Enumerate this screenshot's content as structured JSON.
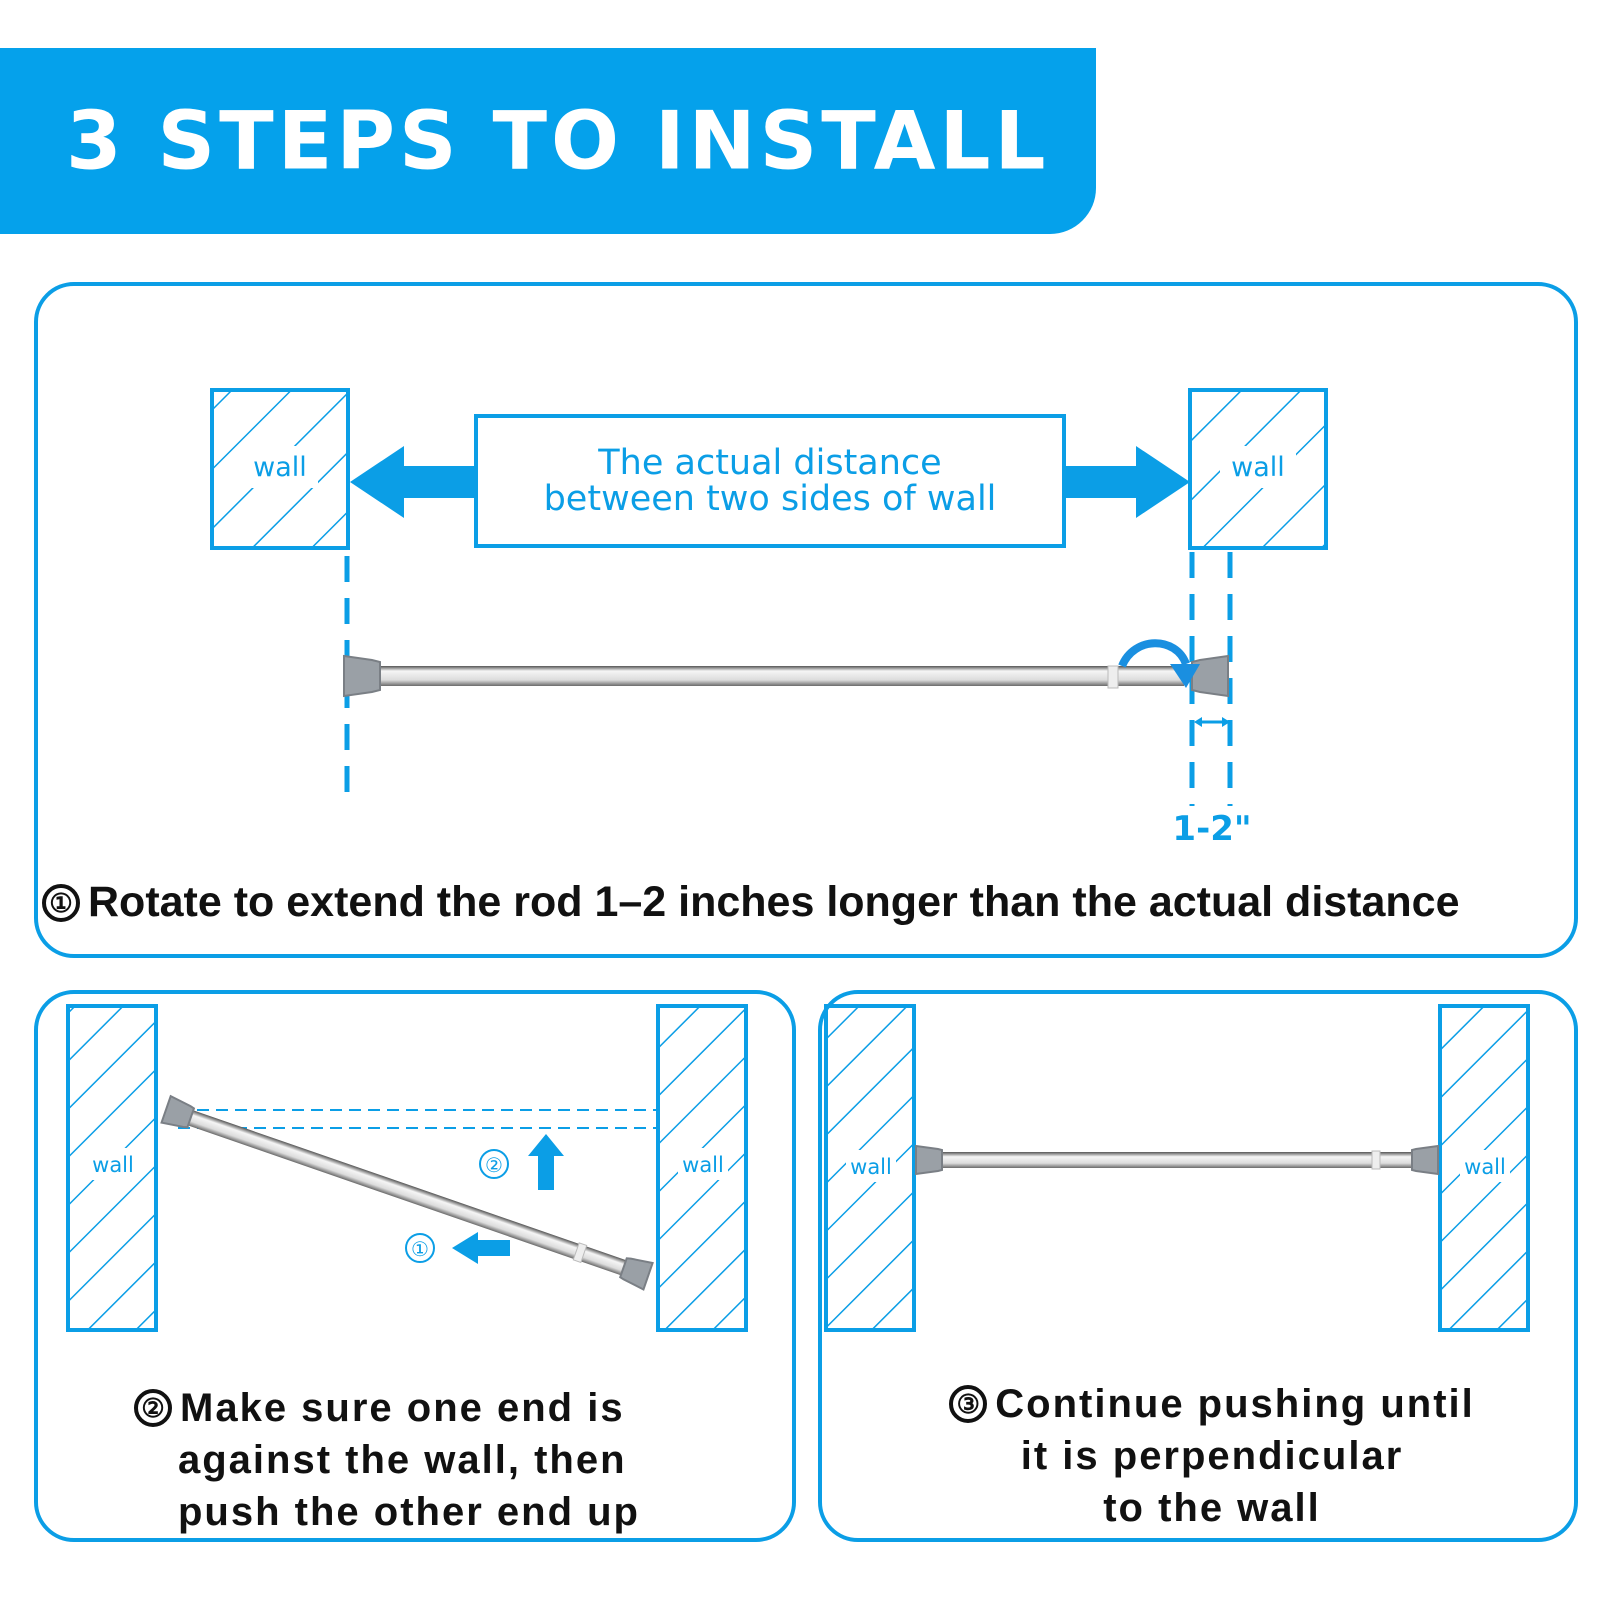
{
  "title": "3 STEPS TO INSTALL",
  "colors": {
    "brand_blue": "#05a1eb",
    "line_blue": "#0b9ee6",
    "rod_cap": "#9aa0a6",
    "text_dark": "#111111"
  },
  "step1": {
    "wall_left": "wall",
    "wall_right": "wall",
    "distance_line1": "The actual distance",
    "distance_line2": "between two sides of wall",
    "extra_length": "1-2\"",
    "number": "①",
    "caption": "Rotate to extend the rod 1–2 inches longer than the actual distance",
    "icons": [
      "arrow-left-icon",
      "arrow-right-icon",
      "rotate-arrow-icon"
    ]
  },
  "step2": {
    "wall_left": "wall",
    "wall_right": "wall",
    "sub1": "①",
    "sub2": "②",
    "number": "②",
    "caption_line1": "Make sure one end is",
    "caption_line2": "against the wall, then",
    "caption_line3": "push the other end up",
    "icons": [
      "arrow-left-icon",
      "arrow-up-icon"
    ]
  },
  "step3": {
    "wall_left": "wall",
    "wall_right": "wall",
    "number": "③",
    "caption_line1": "Continue pushing until",
    "caption_line2": "it is perpendicular",
    "caption_line3": "to the wall"
  }
}
